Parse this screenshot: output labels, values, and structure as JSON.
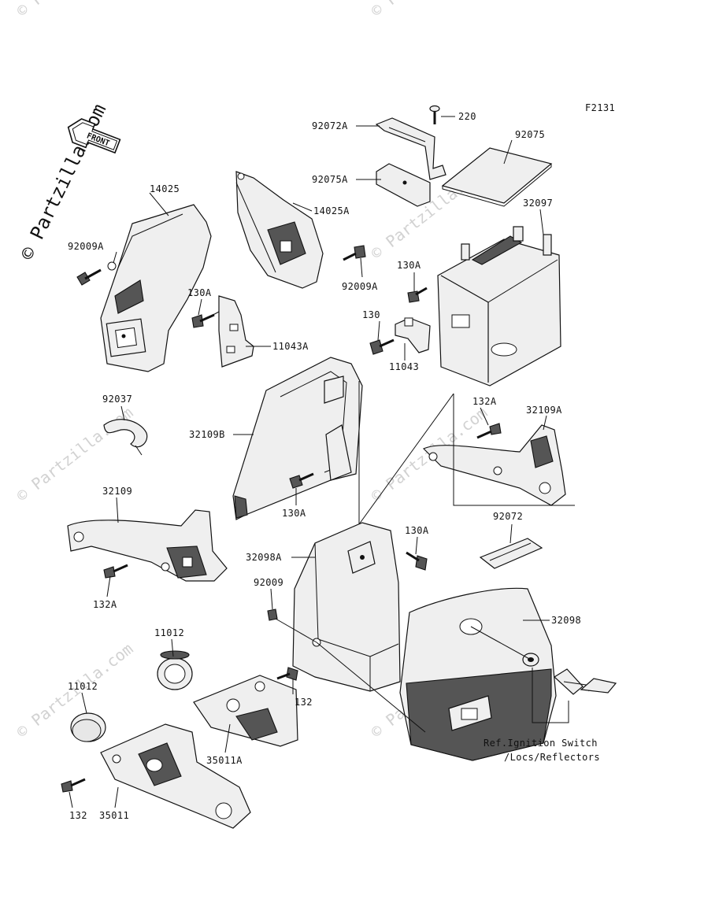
{
  "figure_code": "F2131",
  "front_arrow_text": "FRONT",
  "watermark": {
    "vertical_text": "© Partzilla.com",
    "repeat_text": "© Partzilla.com"
  },
  "ref_note": {
    "line1": "Ref.Ignition Switch",
    "line2": "/Locs/Reflectors"
  },
  "callouts": {
    "p14025": "14025",
    "p92009A_l": "92009A",
    "p14025A": "14025A",
    "p92009A_r": "92009A",
    "p92072A": "92072A",
    "p220": "220",
    "p92075A": "92075A",
    "p92075": "92075",
    "p32097": "32097",
    "p130A_a": "130A",
    "p130": "130",
    "p11043": "11043",
    "p130A_b": "130A",
    "p11043A": "11043A",
    "p92037": "92037",
    "p32109B": "32109B",
    "p130A_c": "130A",
    "p132A_a": "132A",
    "p32109A": "32109A",
    "p32109": "32109",
    "p132A_b": "132A",
    "p92072": "92072",
    "p130A_d": "130A",
    "p32098A": "32098A",
    "p92009": "92009",
    "p32098": "32098",
    "p11012_a": "11012",
    "p11012_b": "11012",
    "p132_a": "132",
    "p35011A": "35011A",
    "p132_b": "132",
    "p35011": "35011"
  }
}
